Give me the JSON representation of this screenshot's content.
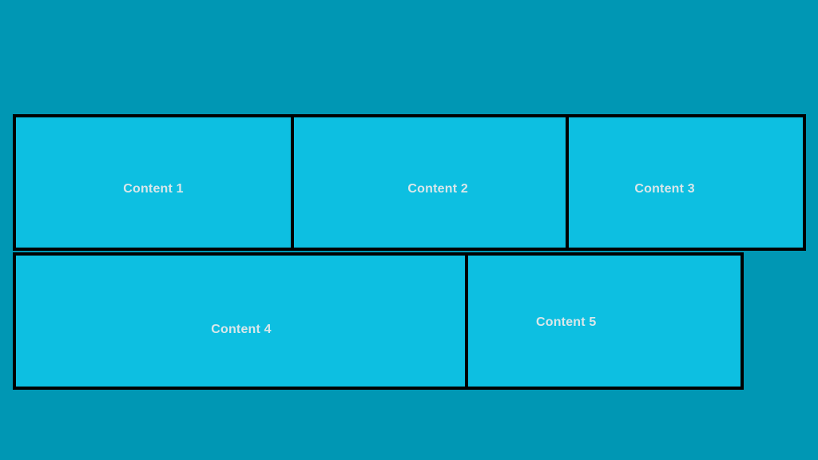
{
  "colors": {
    "background": "#0097b4",
    "panel_fill": "#0dbfe1",
    "panel_border": "#000000",
    "label_text": "#d9e7ea"
  },
  "panels": [
    {
      "label": "Content 1"
    },
    {
      "label": "Content 2"
    },
    {
      "label": "Content 3"
    },
    {
      "label": "Content 4"
    },
    {
      "label": "Content 5"
    }
  ]
}
